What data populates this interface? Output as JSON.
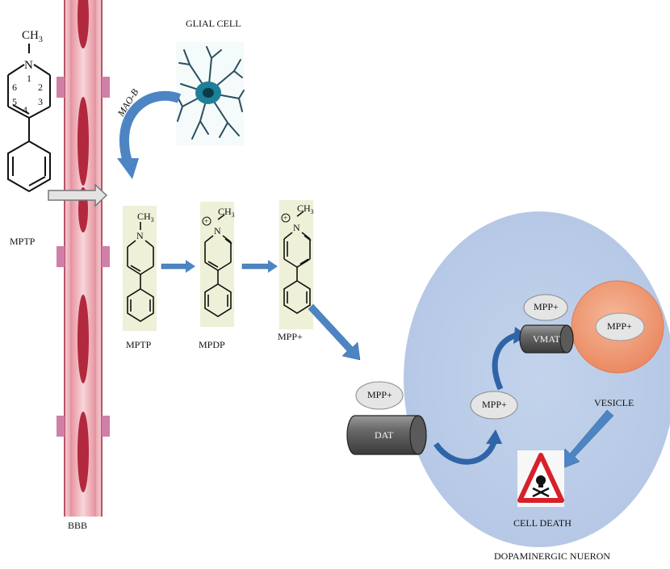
{
  "labels": {
    "glial_cell": "GLIAL CELL",
    "enzyme": "MAO-B",
    "mptp_outside": "MPTP",
    "bbb": "BBB",
    "mptp": "MPTP",
    "mpdp": "MPDP",
    "mpp": "MPP+",
    "dat": "DAT",
    "vmat": "VMAT",
    "vesicle": "VESICLE",
    "cell_death": "CELL DEATH",
    "neuron": "DOPAMINERGIC NUERON",
    "mpp_dat": "MPP+",
    "mpp_cytosol": "MPP+",
    "mpp_vmat": "MPP+",
    "mpp_vesicle": "MPP+"
  },
  "structure": {
    "methyl": "CH3",
    "methyl_sub": "3",
    "methyl_base": "CH",
    "nitrogen": "N",
    "ring_numbers": [
      "1",
      "2",
      "3",
      "4",
      "5",
      "6"
    ],
    "cation": "+"
  },
  "colors": {
    "neuron_fill": "#b9cbe7",
    "vesicle_fill": "#f0a07e",
    "arrow_blue": "#4d85c4",
    "vessel_red": "#c44a5c",
    "warning_red": "#d8202a",
    "panel_fill": "#eef0d8"
  }
}
